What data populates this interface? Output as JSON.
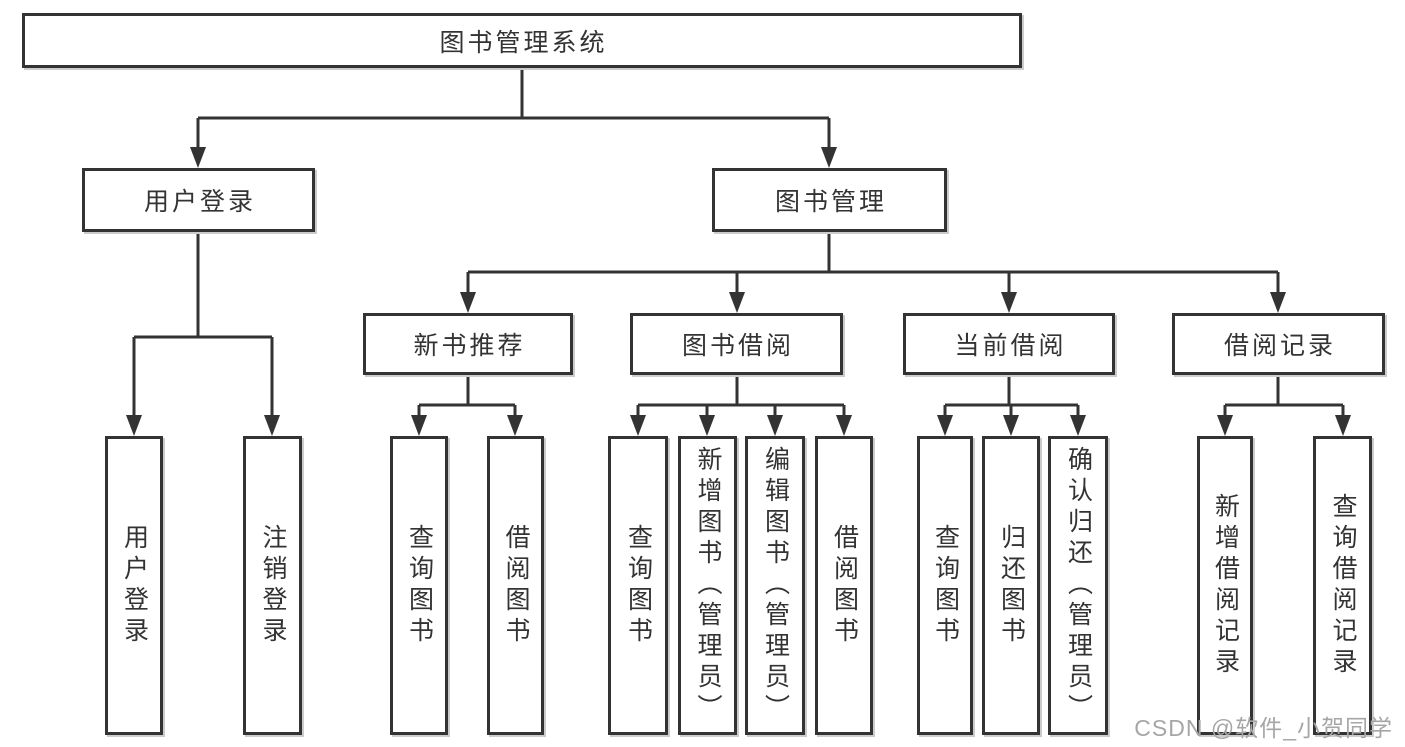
{
  "colors": {
    "line": "#333333",
    "box_background": "#ffffff",
    "watermark": "#a6a6a6"
  },
  "tree": {
    "root": {
      "label": "图书管理系统"
    },
    "children": [
      {
        "label": "用户登录",
        "children": [
          {
            "label": "用户登录"
          },
          {
            "label": "注销登录"
          }
        ]
      },
      {
        "label": "图书管理",
        "children": [
          {
            "label": "新书推荐",
            "children": [
              {
                "label": "查询图书"
              },
              {
                "label": "借阅图书"
              }
            ]
          },
          {
            "label": "图书借阅",
            "children": [
              {
                "label": "查询图书"
              },
              {
                "label": "新增图书（管理员）"
              },
              {
                "label": "编辑图书（管理员）"
              },
              {
                "label": "借阅图书"
              }
            ]
          },
          {
            "label": "当前借阅",
            "children": [
              {
                "label": "查询图书"
              },
              {
                "label": "归还图书"
              },
              {
                "label": "确认归还（管理员）"
              }
            ]
          },
          {
            "label": "借阅记录",
            "children": [
              {
                "label": "新增借阅记录"
              },
              {
                "label": "查询借阅记录"
              }
            ]
          }
        ]
      }
    ]
  },
  "watermark": "CSDN @软件_小贺同学"
}
